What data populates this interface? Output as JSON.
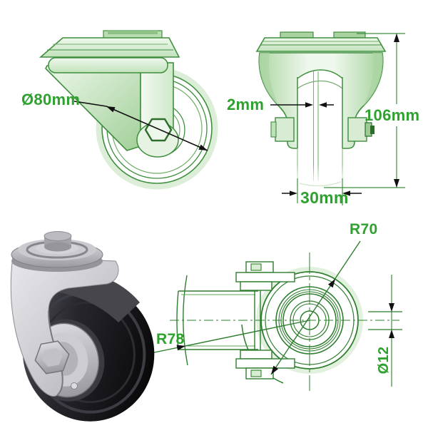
{
  "background": "#ffffff",
  "dimension_labels": {
    "side_wheel_diameter": "Ø80mm",
    "front_wall_thickness": "2mm",
    "front_overall_height": "106mm",
    "front_tread_width": "30mm",
    "plan_radius_r70": "R70",
    "plan_radius_r78": "R78",
    "plan_bolt_hole_diameter": "Ø12"
  },
  "colors": {
    "dimension_text": "#2ea12e",
    "drawing_line_green": "#3f8f3f",
    "arrow_black": "#111111",
    "photo_tire_black": "#1a1a1e",
    "photo_metal_gray": "#c6c6ca"
  }
}
